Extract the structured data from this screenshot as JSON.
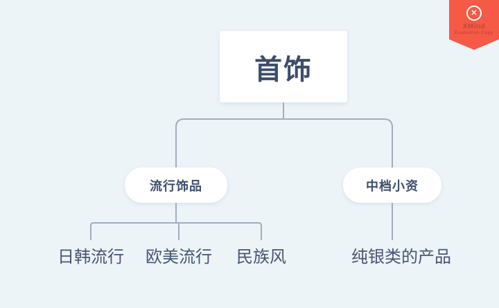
{
  "colors": {
    "background": "#edf4f8",
    "node-bg": "#ffffff",
    "node-text": "#3d4d6b",
    "leaf-text": "#445672",
    "connector": "#a2adbb",
    "ribbon-bg": "#f45a45",
    "ribbon-text": "#c74836",
    "ribbon-logo": "#ffffff"
  },
  "watermark": {
    "brand": "XMind",
    "subtitle": "Evaluation Copy",
    "logo_glyph": "✕"
  },
  "mindmap": {
    "root": {
      "label": "首饰"
    },
    "branches": [
      {
        "label": "流行饰品",
        "children": [
          {
            "label": "日韩流行"
          },
          {
            "label": "欧美流行"
          },
          {
            "label": "民族风"
          }
        ]
      },
      {
        "label": "中档小资",
        "children": [
          {
            "label": "纯银类的产品"
          }
        ]
      }
    ]
  }
}
